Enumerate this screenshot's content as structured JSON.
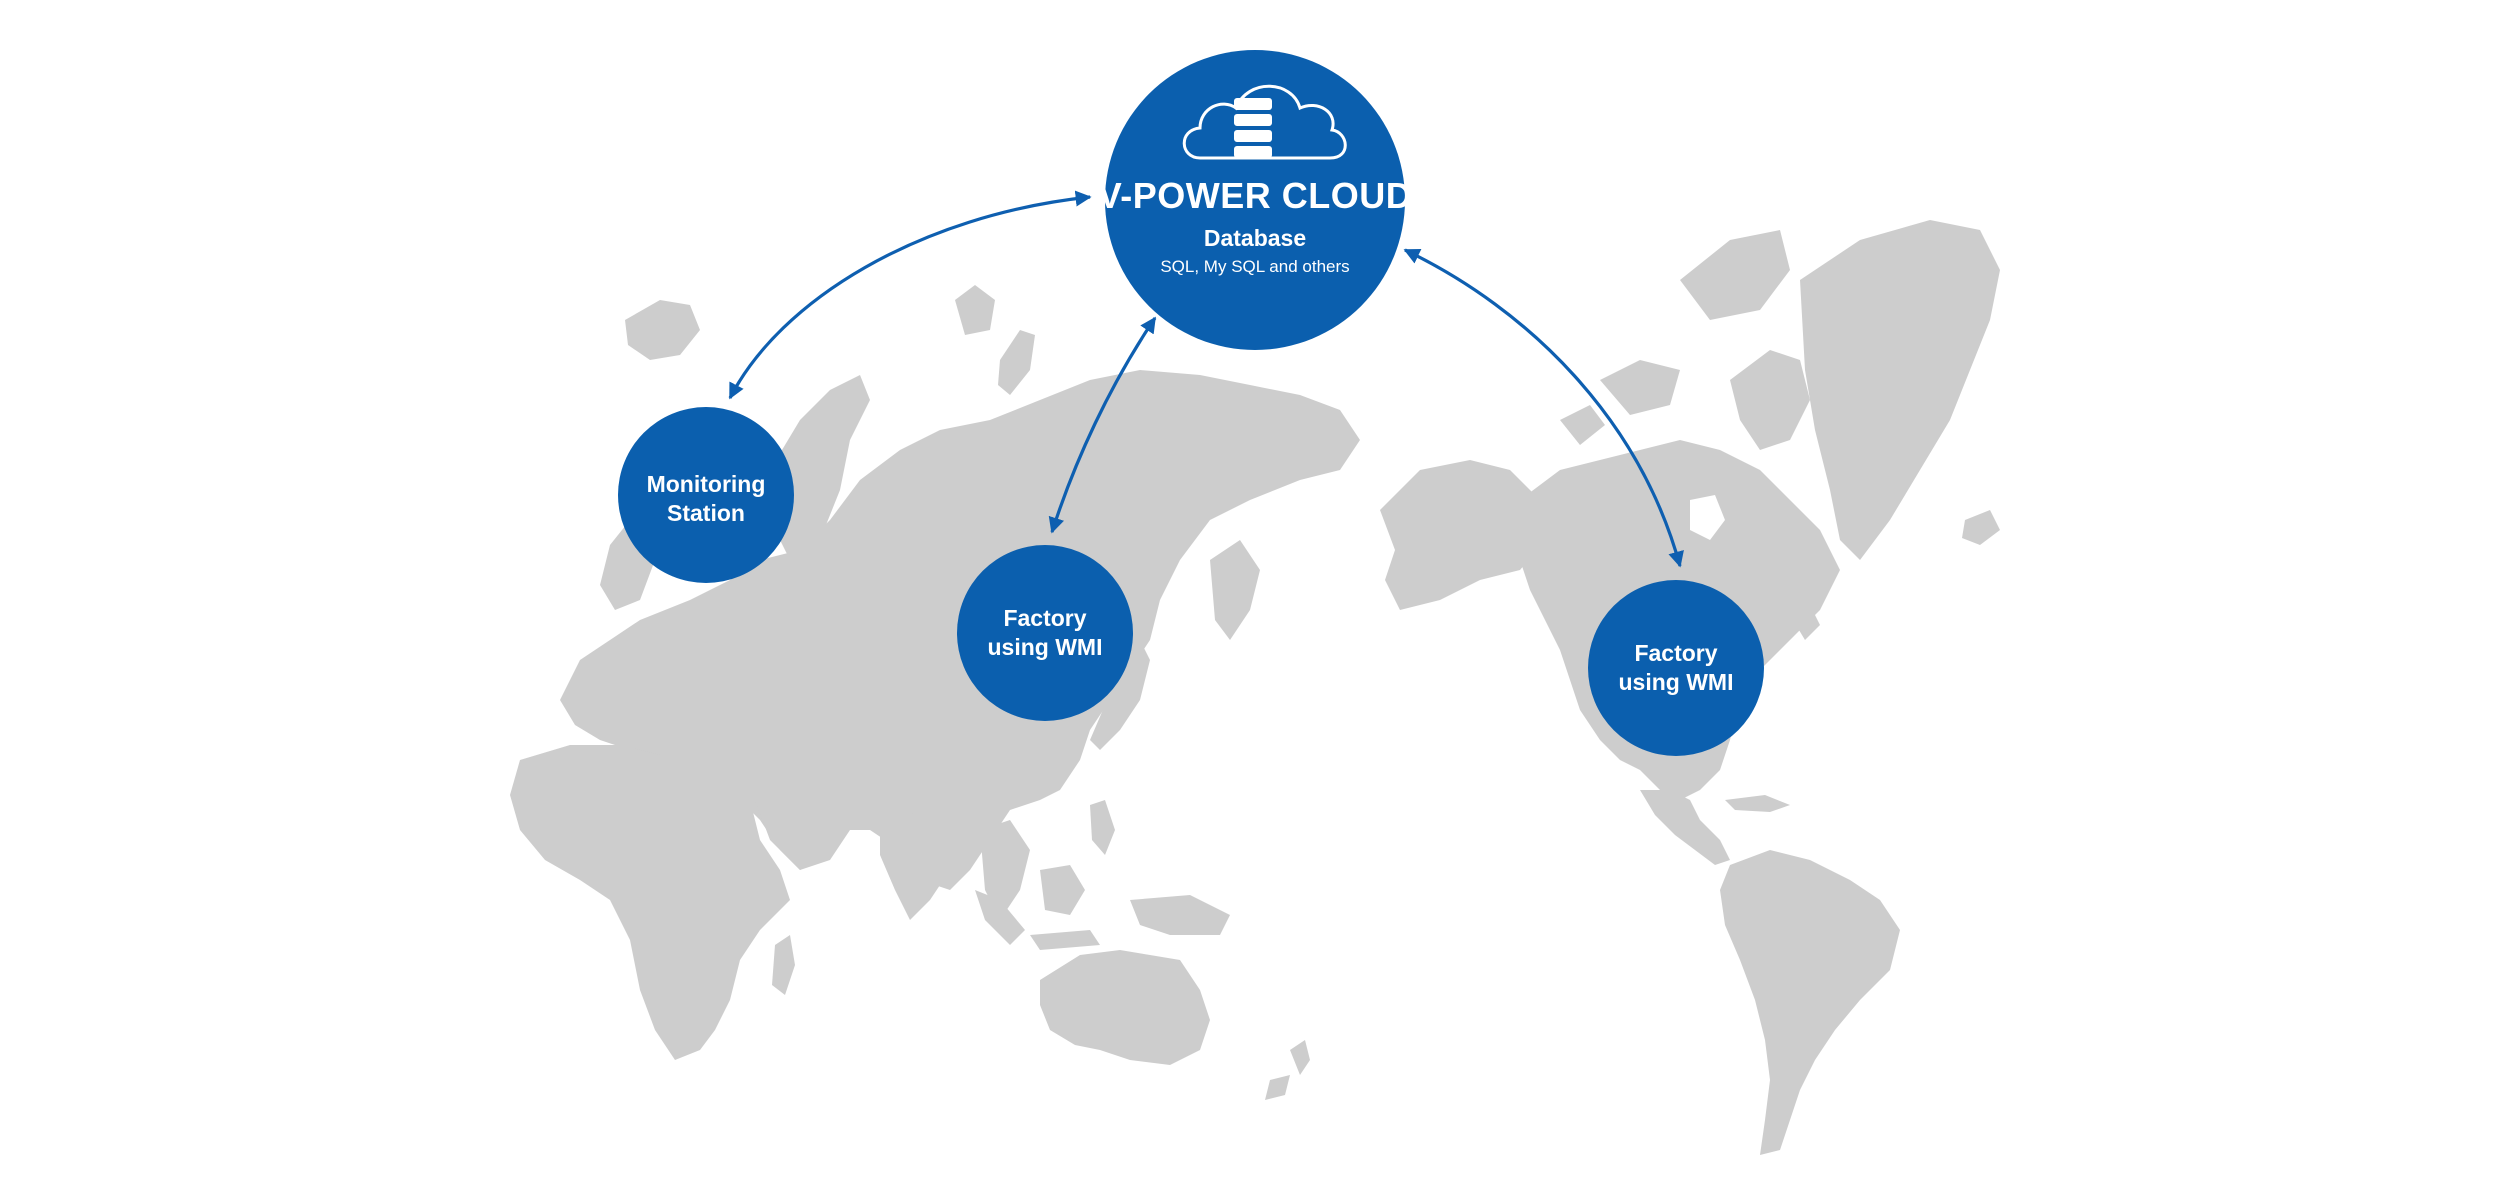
{
  "cloud": {
    "title": "V-POWER CLOUD",
    "subtitle": "Database",
    "note": "SQL, My SQL and others",
    "icon": "cloud-database-icon"
  },
  "nodes": {
    "monitoring": {
      "line1": "Monitoring",
      "line2": "Station"
    },
    "factory_asia": {
      "line1": "Factory",
      "line2": "using WMI"
    },
    "factory_america": {
      "line1": "Factory",
      "line2": "using WMI"
    }
  },
  "connections": [
    {
      "from": "cloud",
      "to": "monitoring",
      "direction": "bidirectional"
    },
    {
      "from": "cloud",
      "to": "factory_asia",
      "direction": "bidirectional"
    },
    {
      "from": "cloud",
      "to": "factory_america",
      "direction": "bidirectional"
    }
  ],
  "colors": {
    "accent": "#0b5fae",
    "map": "#cdcdcd",
    "background": "#ffffff"
  }
}
